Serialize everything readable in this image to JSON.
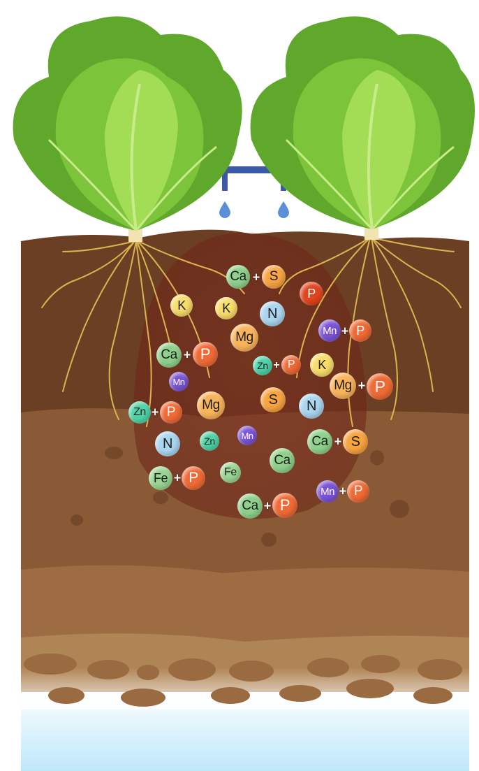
{
  "colors": {
    "ca": "#8fd08c",
    "s": "#f7a441",
    "p": "#ef6a35",
    "p_dark": "#e2451e",
    "k": "#f8dd6a",
    "n": "#a9d5ef",
    "mg": "#f9b35a",
    "mn": "#7b54d6",
    "zn": "#4fd3a8",
    "fe": "#9ad593",
    "soil_top": "#6b3f24",
    "soil_mid": "#8a5a37",
    "water": "#c9ecfb",
    "pipe": "#3d58a6",
    "drop": "#5b8fd8"
  },
  "nutrients": [
    {
      "label": "Ca",
      "type": "ca"
    },
    {
      "label": "+"
    },
    {
      "label": "S",
      "type": "s"
    },
    {
      "label": "P",
      "type": "p_dark"
    },
    {
      "label": "K",
      "type": "k"
    },
    {
      "label": "K",
      "type": "k"
    },
    {
      "label": "N",
      "type": "n"
    },
    {
      "label": "Mg",
      "type": "mg"
    },
    {
      "label": "Mn",
      "type": "mn"
    },
    {
      "label": "+"
    },
    {
      "label": "P",
      "type": "p"
    },
    {
      "label": "Ca",
      "type": "ca"
    },
    {
      "label": "+"
    },
    {
      "label": "P",
      "type": "p"
    },
    {
      "label": "Zn",
      "type": "zn"
    },
    {
      "label": "+"
    },
    {
      "label": "P",
      "type": "p"
    },
    {
      "label": "K",
      "type": "k"
    },
    {
      "label": "Mn",
      "type": "mn"
    },
    {
      "label": "Mg",
      "type": "mg"
    },
    {
      "label": "+"
    },
    {
      "label": "P",
      "type": "p"
    },
    {
      "label": "Zn",
      "type": "zn"
    },
    {
      "label": "+"
    },
    {
      "label": "P",
      "type": "p"
    },
    {
      "label": "Mg",
      "type": "mg"
    },
    {
      "label": "S",
      "type": "s"
    },
    {
      "label": "N",
      "type": "n"
    },
    {
      "label": "N",
      "type": "n"
    },
    {
      "label": "Zn",
      "type": "zn"
    },
    {
      "label": "Mn",
      "type": "mn"
    },
    {
      "label": "Ca",
      "type": "ca"
    },
    {
      "label": "+"
    },
    {
      "label": "S",
      "type": "s"
    },
    {
      "label": "Ca",
      "type": "ca"
    },
    {
      "label": "Fe",
      "type": "fe"
    },
    {
      "label": "+"
    },
    {
      "label": "P",
      "type": "p"
    },
    {
      "label": "Fe",
      "type": "fe"
    },
    {
      "label": "Mn",
      "type": "mn"
    },
    {
      "label": "+"
    },
    {
      "label": "P",
      "type": "p"
    },
    {
      "label": "Ca",
      "type": "ca"
    },
    {
      "label": "+"
    },
    {
      "label": "P",
      "type": "p"
    }
  ]
}
